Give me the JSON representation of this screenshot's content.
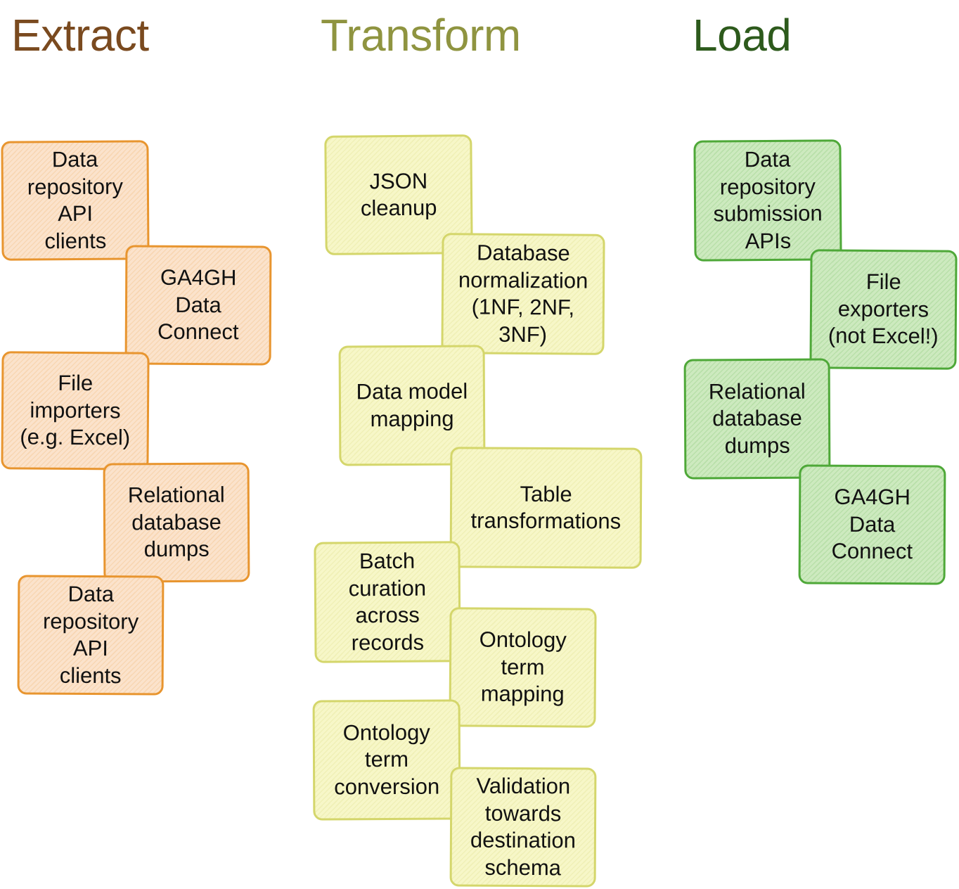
{
  "headings": {
    "extract": "Extract",
    "transform": "Transform",
    "load": "Load"
  },
  "colors": {
    "extract_heading": "#7a4a1f",
    "transform_heading": "#8f9440",
    "load_heading": "#2d5a1c",
    "extract_card_border": "#e8952f",
    "extract_card_fill": "#fbe3cc",
    "transform_card_border": "#d4d66b",
    "transform_card_fill": "#f7f7c8",
    "load_card_border": "#4ea838",
    "load_card_fill": "#cdeabf"
  },
  "extract": {
    "cards": [
      "Data\nrepository\nAPI\nclients",
      "GA4GH\nData\nConnect",
      "File\nimporters\n(e.g. Excel)",
      "Relational\ndatabase\ndumps",
      "Data\nrepository\nAPI\nclients"
    ]
  },
  "transform": {
    "cards": [
      "JSON\ncleanup",
      "Database\nnormalization\n(1NF, 2NF,\n3NF)",
      "Data model\nmapping",
      "Table\ntransformations",
      "Batch\ncuration\nacross\nrecords",
      "Ontology\nterm\nmapping",
      "Ontology\nterm\nconversion",
      "Validation\ntowards\ndestination\nschema"
    ]
  },
  "load": {
    "cards": [
      "Data\nrepository\nsubmission\nAPIs",
      "File\nexporters\n(not Excel!)",
      "Relational\ndatabase\ndumps",
      "GA4GH\nData\nConnect"
    ]
  }
}
